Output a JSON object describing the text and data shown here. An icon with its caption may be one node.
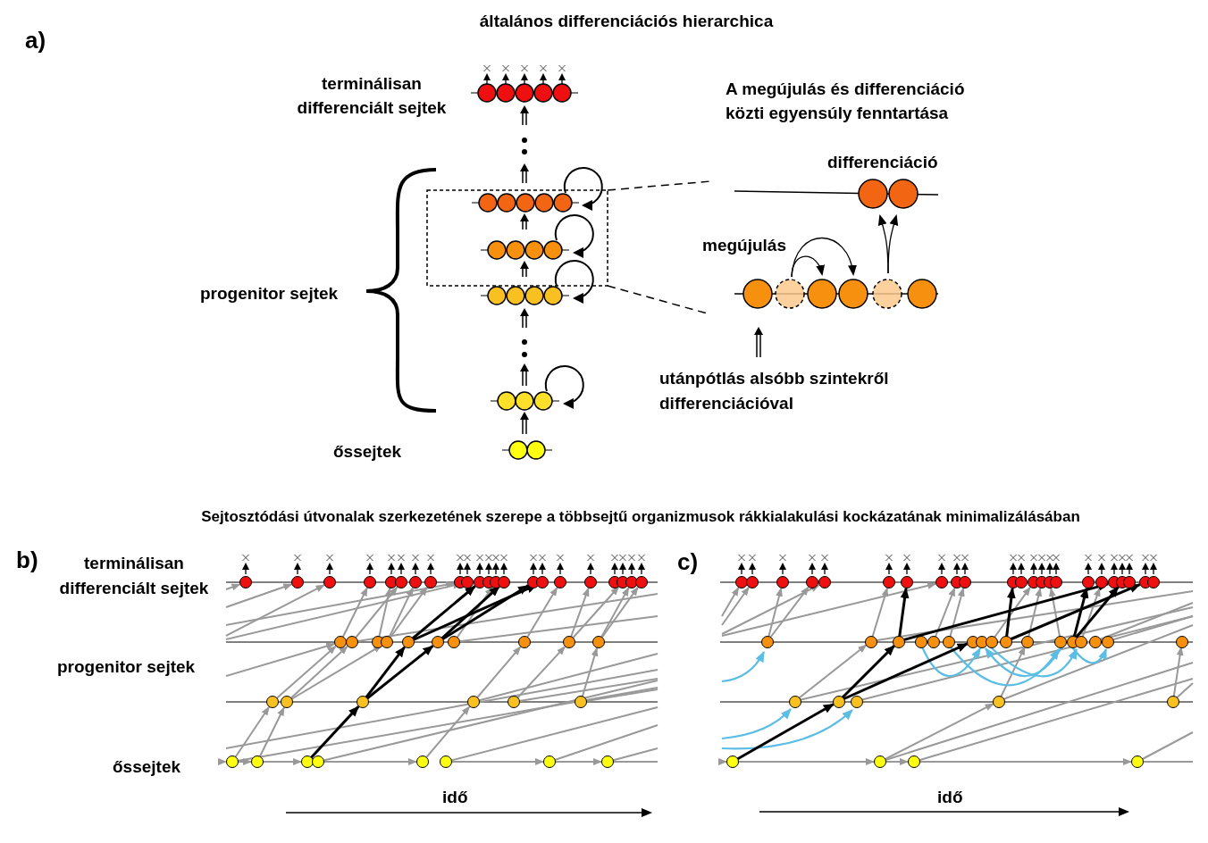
{
  "diagram": {
    "title": "általános differenciációs hierarchica",
    "labels": [
      "a)",
      "terminálisan differenciált sejtek",
      "A megújulás és differenciáció közti egyensúly fenntartása",
      "differenciáció",
      "megújulás",
      "progenitor sejtek",
      "utánpótlás alsóbb szintekről differenciációval",
      "őssejtek",
      "Sejtosztódási útvonalak szerkezetének szerepe a többsejtű organizmusok rákkialakulási kockázatának minimalizálásában",
      "b)",
      "terminálisan differenciált sejtek",
      "c)",
      "progenitor sejtek",
      "őssejtek",
      "idő",
      "idő"
    ]
  }
}
